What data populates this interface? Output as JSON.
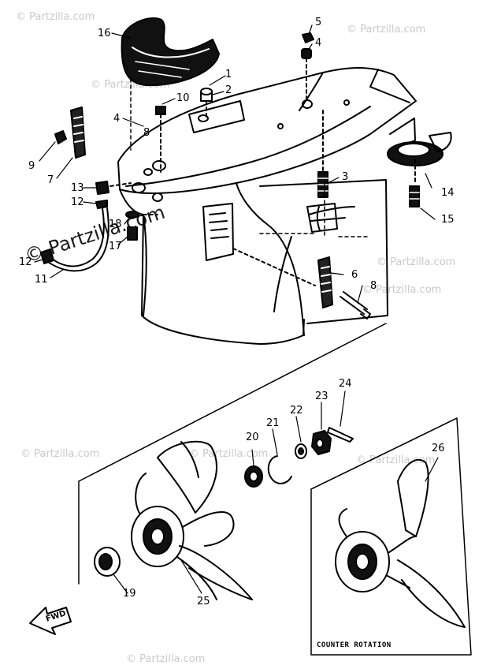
{
  "watermark": {
    "small_text": "© Partzilla.com",
    "big_text": "© Partzilla.com"
  },
  "callouts": [
    "1",
    "2",
    "3",
    "4",
    "4",
    "5",
    "6",
    "6",
    "7",
    "8",
    "8",
    "9",
    "10",
    "11",
    "12",
    "12",
    "13",
    "14",
    "15",
    "16",
    "17",
    "18",
    "19",
    "20",
    "21",
    "22",
    "23",
    "24",
    "25",
    "26"
  ],
  "inset_caption": "COUNTER ROTATION",
  "direction_arrow": "FWD",
  "colors": {
    "ink": "#000000",
    "watermark": "#c9c9c9"
  }
}
